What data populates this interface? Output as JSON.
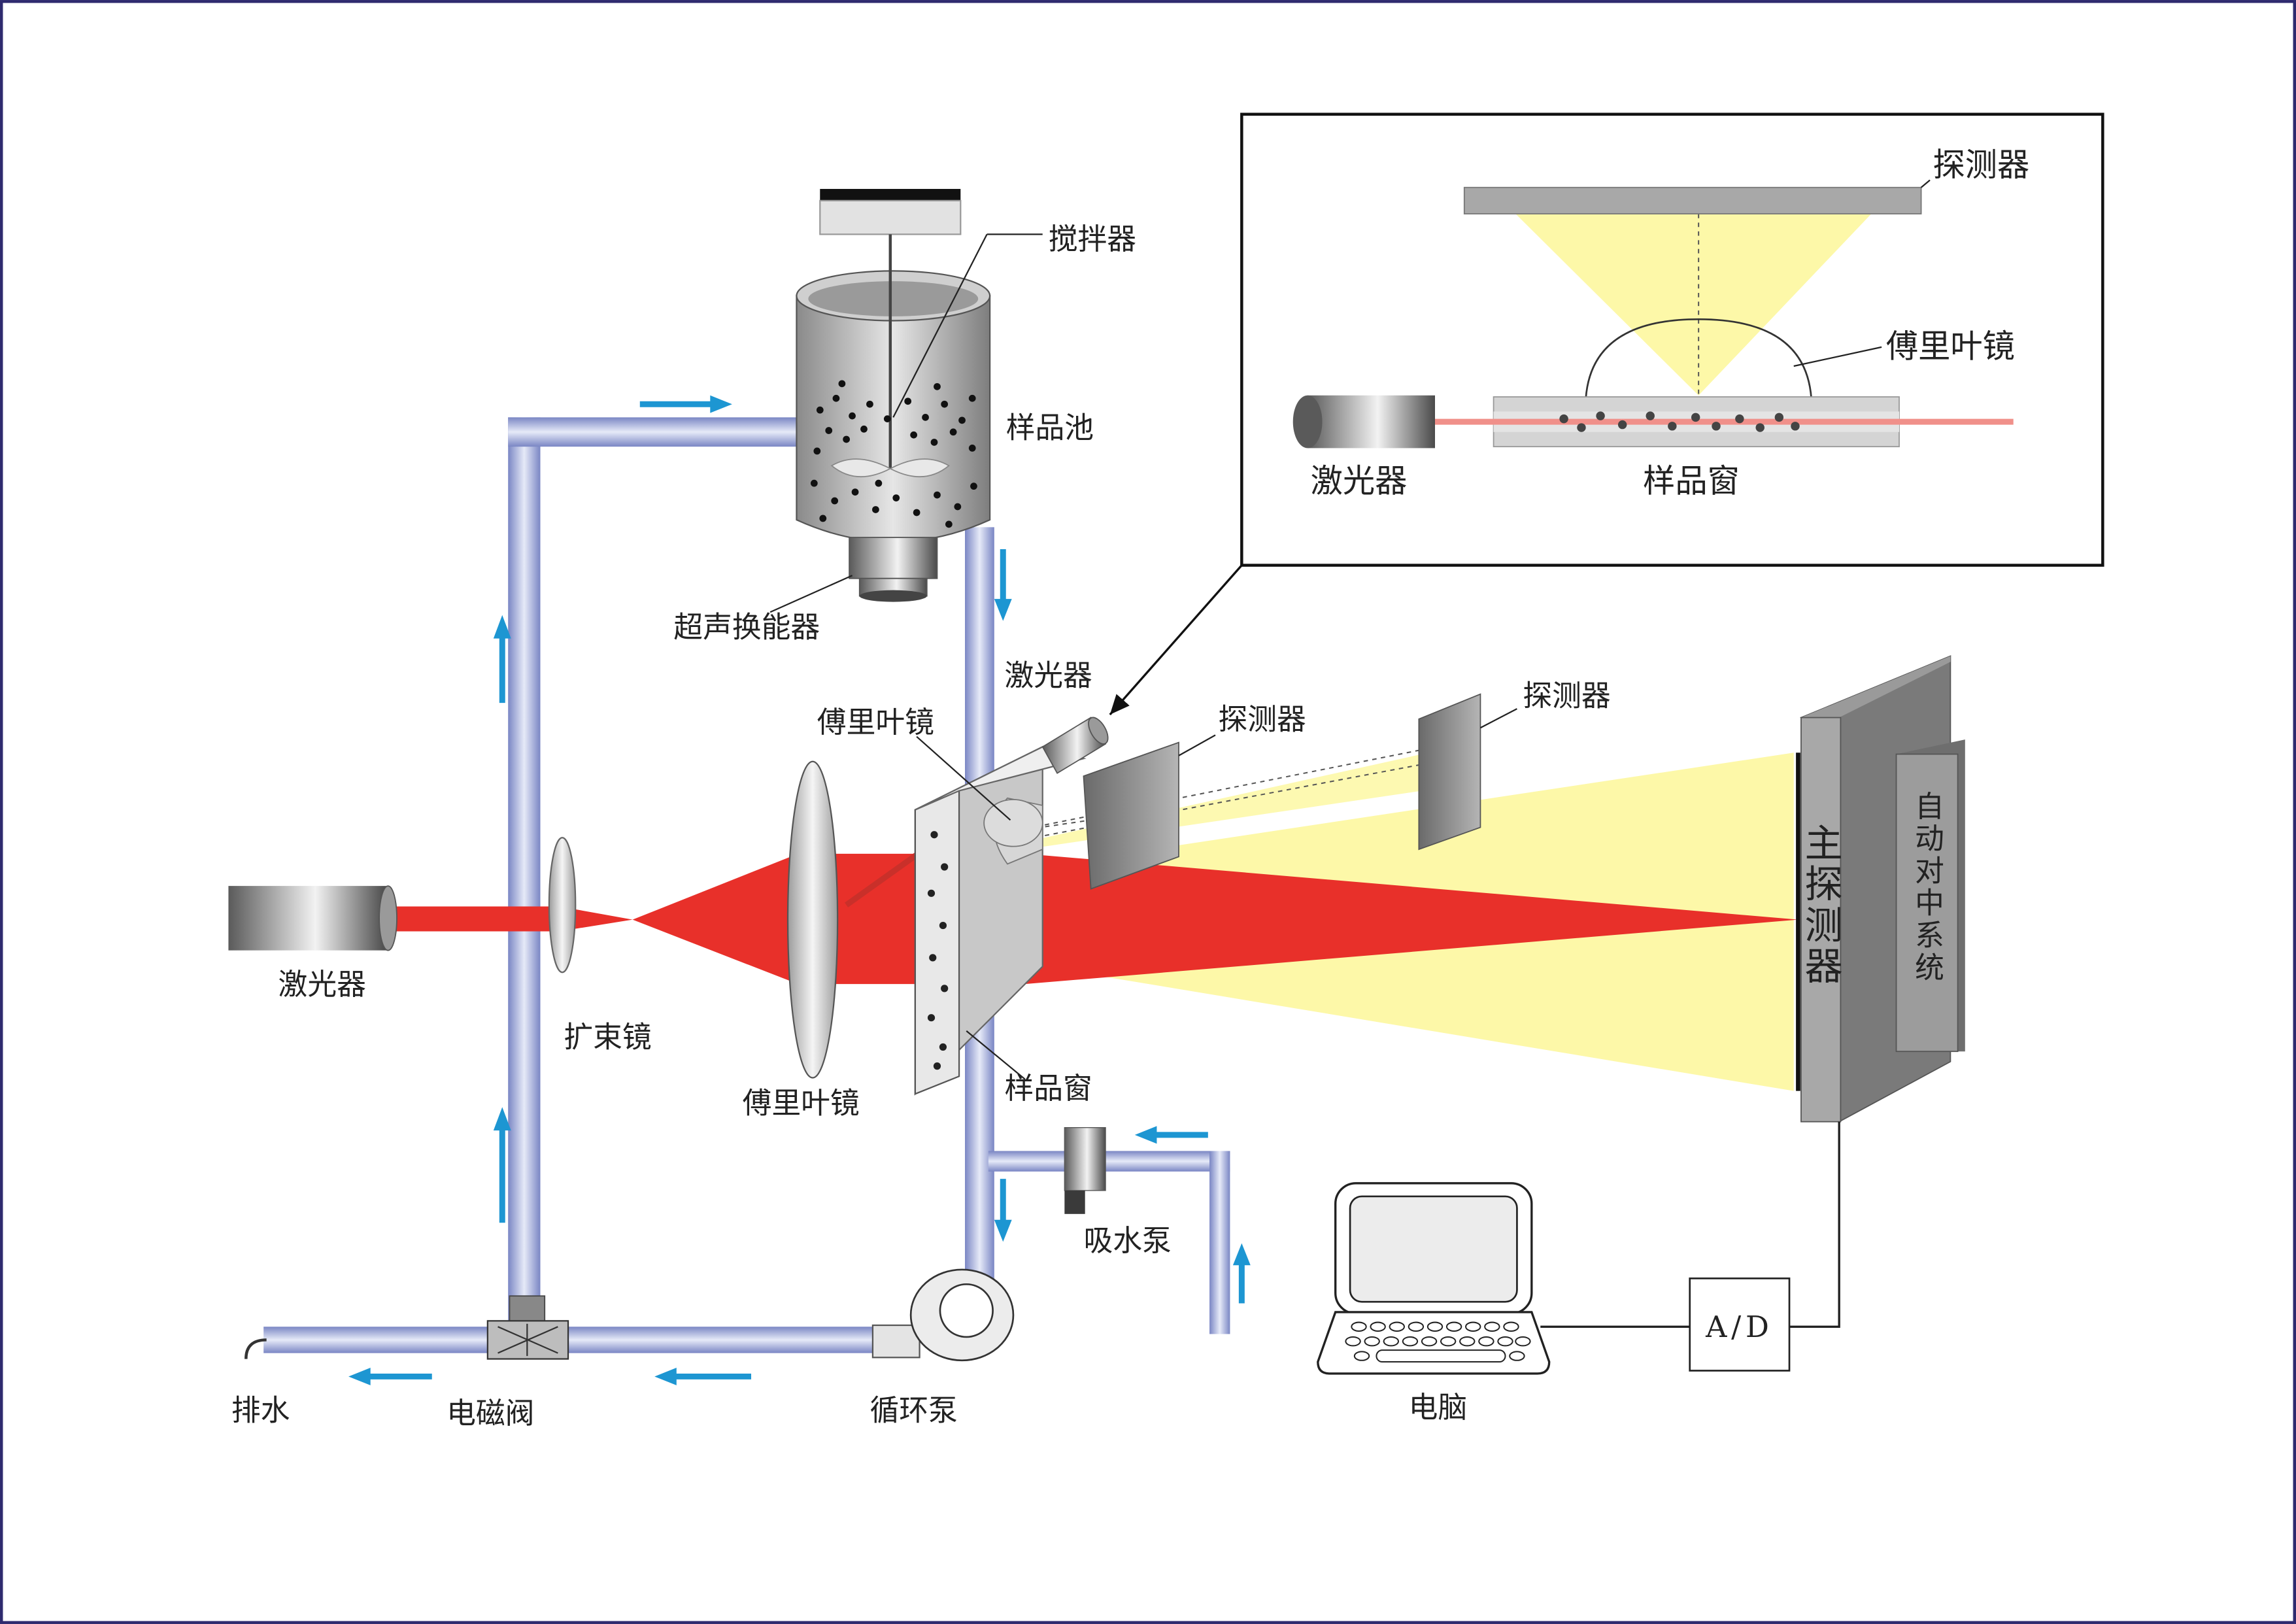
{
  "labels": {
    "stirrer": "搅拌器",
    "sample_cell": "样品池",
    "ultrasonic": "超声换能器",
    "laser_small": "激光器",
    "fourier_small": "傅里叶镜",
    "detector_1": "探测器",
    "detector_2": "探测器",
    "laser_main": "激光器",
    "beam_expander": "扩束镜",
    "fourier_main": "傅里叶镜",
    "sample_window": "样品窗",
    "suction_pump": "吸水泵",
    "drain": "排水",
    "solenoid_valve": "电磁阀",
    "circ_pump": "循环泵",
    "computer": "电脑",
    "ad": "A/D",
    "main_detector": "主探测器",
    "auto_align": "自动对中系统"
  },
  "inset": {
    "detector": "探测器",
    "fourier": "傅里叶镜",
    "laser": "激光器",
    "sample_window": "样品窗"
  },
  "colors": {
    "laser_beam": "#e8302a",
    "scatter_light": "#fdf8a8",
    "pipe": "#b4bee8",
    "flow_arrow": "#1d96d2",
    "detector_gray": "#9a9a9a",
    "frame": "#2e2a6e"
  }
}
